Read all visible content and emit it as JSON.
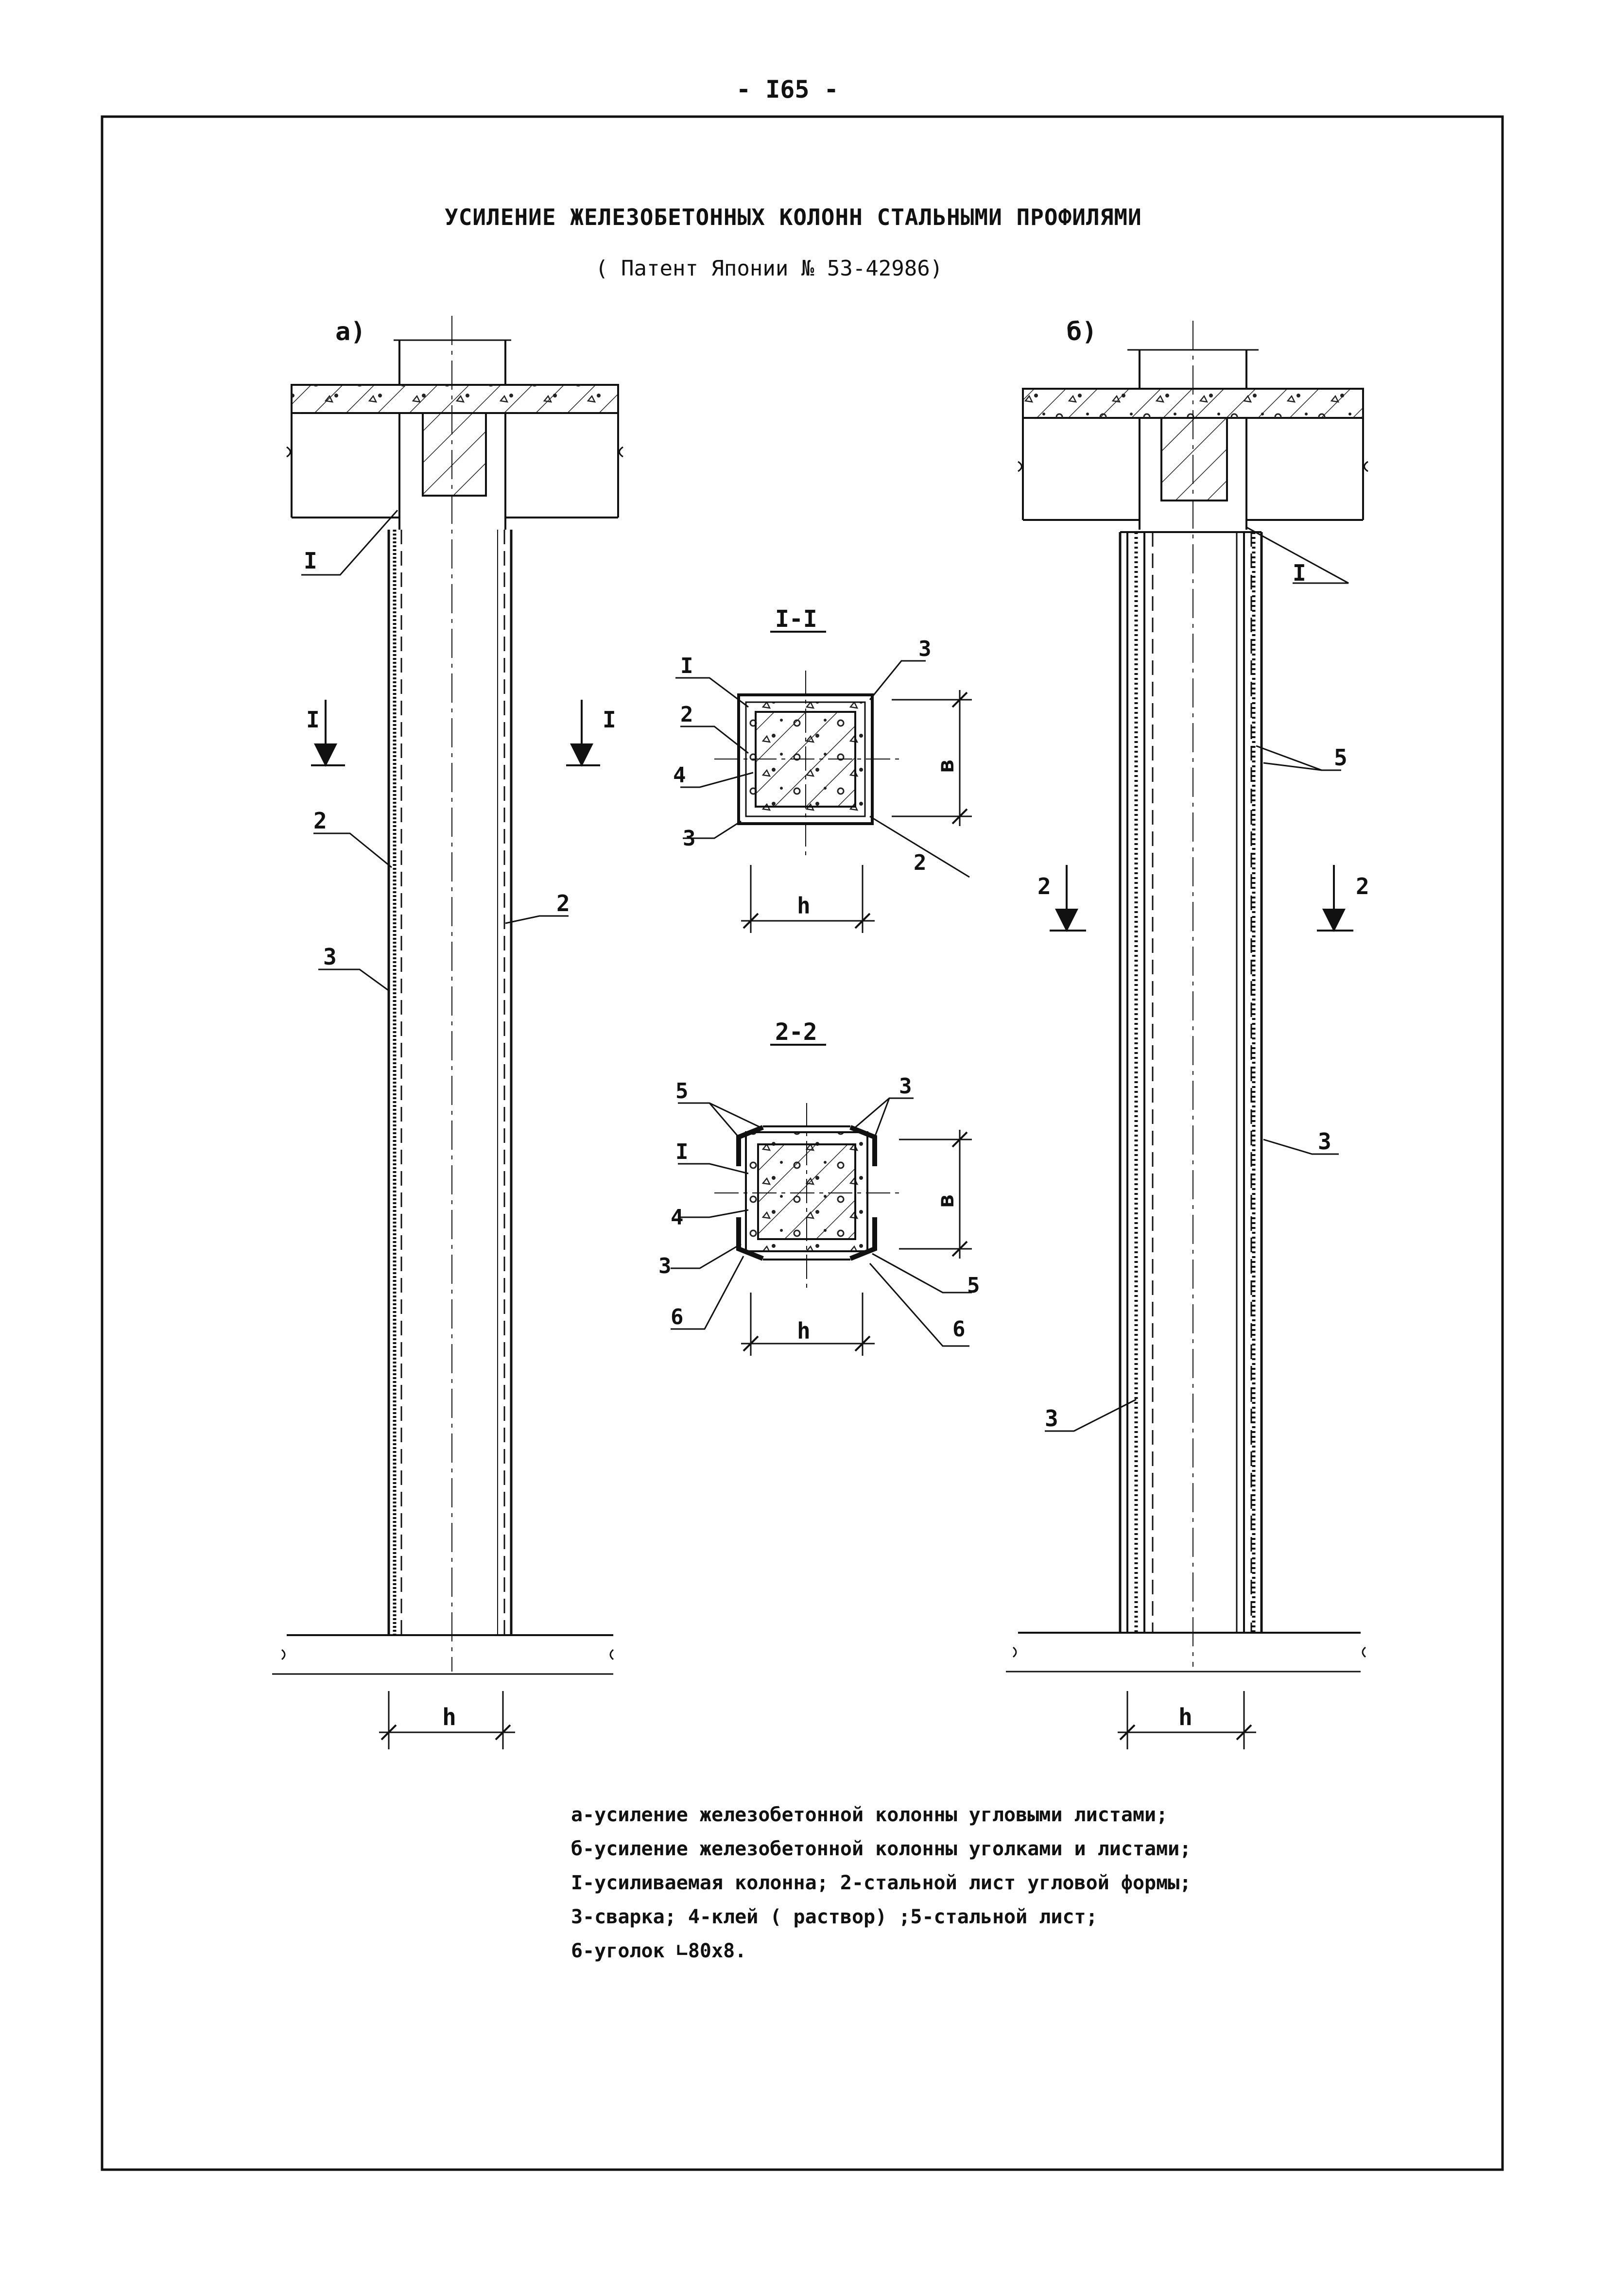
{
  "page": {
    "number": "- I65 -",
    "title": "УСИЛЕНИЕ ЖЕЛЕЗОБЕТОННЫХ КОЛОНН СТАЛЬНЫМИ ПРОФИЛЯМИ",
    "subtitle": "( Патент Японии № 53-42986)"
  },
  "figure_a": {
    "label": "а)",
    "callouts": {
      "node": "I",
      "left_weld_sheet": "2",
      "right_sheet": "2",
      "weld": "3"
    },
    "section_mark": "I",
    "dimension": "h"
  },
  "figure_b": {
    "label": "б)",
    "callouts": {
      "node": "I",
      "sheet": "5",
      "weld_right": "3",
      "weld_left": "3"
    },
    "section_mark": "2",
    "dimension": "h"
  },
  "section_1": {
    "title": "I-I",
    "callouts": {
      "c1": "I",
      "c2": "2",
      "c4": "4",
      "c3_top": "3",
      "c3_bottom": "3",
      "c2_right": "2"
    },
    "dim_width": "h",
    "dim_height": "в"
  },
  "section_2": {
    "title": "2-2",
    "callouts": {
      "c5_left": "5",
      "c1": "I",
      "c4": "4",
      "c3_left": "3",
      "c6_left": "6",
      "c3_right": "3",
      "c5_right": "5",
      "c6_right": "6"
    },
    "dim_width": "h",
    "dim_height": "в"
  },
  "legend": [
    "а-усиление железобетонной колонны угловыми листами;",
    "б-усиление железобетонной колонны уголками и листами;",
    "I-усиливаемая колонна; 2-стальной лист угловой формы;",
    "3-сварка; 4-клей ( раствор) ;5-стальной лист;",
    "6-уголок ∟80x8."
  ]
}
